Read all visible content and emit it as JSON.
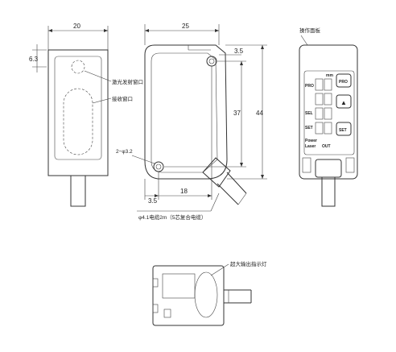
{
  "labels": {
    "width_20": "20",
    "dim_6_3": "6.3",
    "emitter_window": "激光发射窗口",
    "receiver_window": "接收窗口",
    "width_25": "25",
    "dim_3_5_top": "3.5",
    "dim_37": "37",
    "dim_44": "44",
    "hole_spec": "2−φ3.2",
    "dim_3_5_bottom": "3.5",
    "dim_18": "18",
    "cable_spec": "φ4.1电缆2m（5芯复合电缆）",
    "operation_panel": "操作面板",
    "output_indicator": "超大输出指示灯"
  },
  "panel": {
    "p1_label": "PRO",
    "p2_label": "SEL",
    "p3_label": "SET",
    "unit_label": "mm",
    "pro_button": "PRO",
    "up_button": "▲",
    "set_button": "SET",
    "power_label": "Power",
    "laser_label": "Laser",
    "out_label": "OUT"
  }
}
